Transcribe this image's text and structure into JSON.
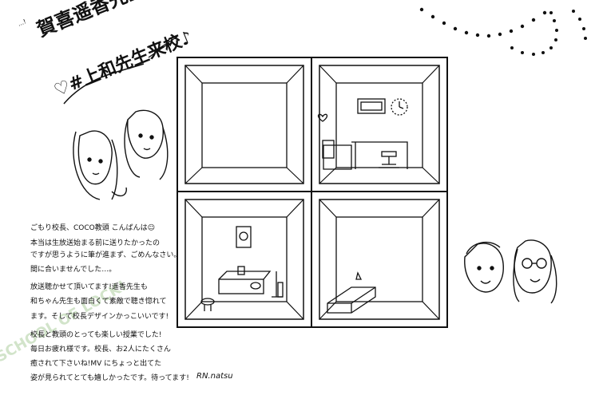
{
  "title": {
    "line1": "賀喜遥香先生♡",
    "line2": "♡#上和先生来校♪",
    "corner_mark": "...!"
  },
  "message": {
    "lines": [
      "ごもり校長、COCO教頭 こんばんは☺",
      "本当は生放送始まる前に送りたかったの",
      "ですが思うように筆が進まず、ごめんなさい。",
      "間に合いませんでした…。",
      "放送聴かせて頂いてます!遥香先生も",
      "和ちゃん先生も面白くて素敵で聴き惚れて",
      "ます。そして校長デザインかっこいいです!",
      "校長と教頭のとっても楽しい授業でした!",
      "毎日お疲れ様です。校長、お2人にたくさん",
      "癒されて下さいね!MV にちょっと出てた",
      "姿が見られてとても嬉しかったです。待ってます!"
    ],
    "signature": "RN.natsu"
  },
  "watermark": "SCHOOL OF LOCK!",
  "icons": [
    "dotted-string-lights",
    "heart",
    "wall-clock",
    "picture-frame",
    "desk-chair",
    "sofa",
    "lamp"
  ],
  "colors": {
    "ink": "#111111",
    "paper": "#ffffff"
  }
}
